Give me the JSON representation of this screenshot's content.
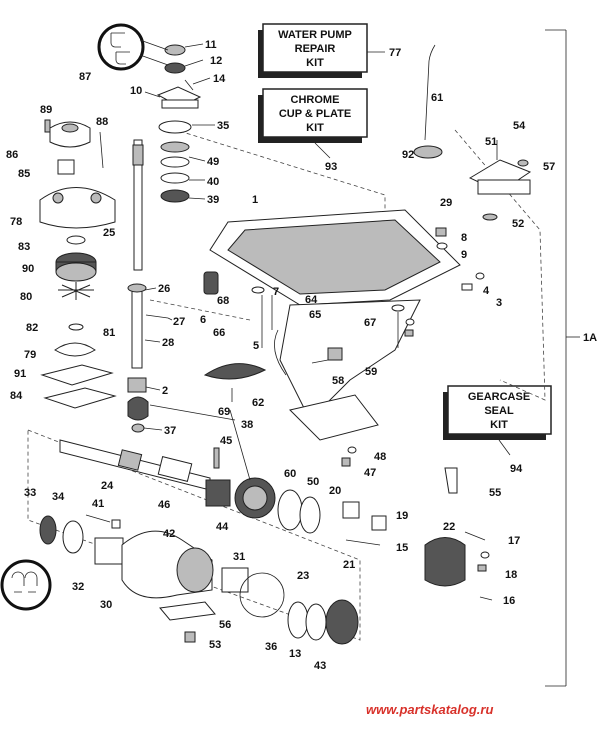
{
  "kits": {
    "water_pump": {
      "line1": "WATER PUMP",
      "line2": "REPAIR",
      "line3": "KIT",
      "ref": "77"
    },
    "chrome_cup": {
      "line1": "CHROME",
      "line2": "CUP & PLATE",
      "line3": "KIT",
      "ref": "93"
    },
    "gearcase_seal": {
      "line1": "GEARCASE",
      "line2": "SEAL",
      "line3": "KIT",
      "ref": "94"
    }
  },
  "assembly_label": "1A",
  "watermark": "www.partskatalog.ru",
  "callouts": [
    "11",
    "12",
    "14",
    "10",
    "35",
    "49",
    "40",
    "39",
    "89",
    "87",
    "88",
    "86",
    "85",
    "78",
    "83",
    "90",
    "80",
    "82",
    "81",
    "79",
    "91",
    "84",
    "25",
    "26",
    "27",
    "28",
    "2",
    "37",
    "24",
    "46",
    "45",
    "38",
    "44",
    "60",
    "50",
    "20",
    "19",
    "33",
    "34",
    "41",
    "42",
    "32",
    "30",
    "31",
    "23",
    "56",
    "53",
    "36",
    "13",
    "43",
    "22",
    "15",
    "17",
    "18",
    "16",
    "21",
    "55",
    "48",
    "47",
    "58",
    "59",
    "69",
    "62",
    "7",
    "64",
    "65",
    "68",
    "66",
    "5",
    "6",
    "67",
    "3",
    "4",
    "8",
    "9",
    "29",
    "52",
    "51",
    "54",
    "57",
    "92",
    "61",
    "1"
  ]
}
